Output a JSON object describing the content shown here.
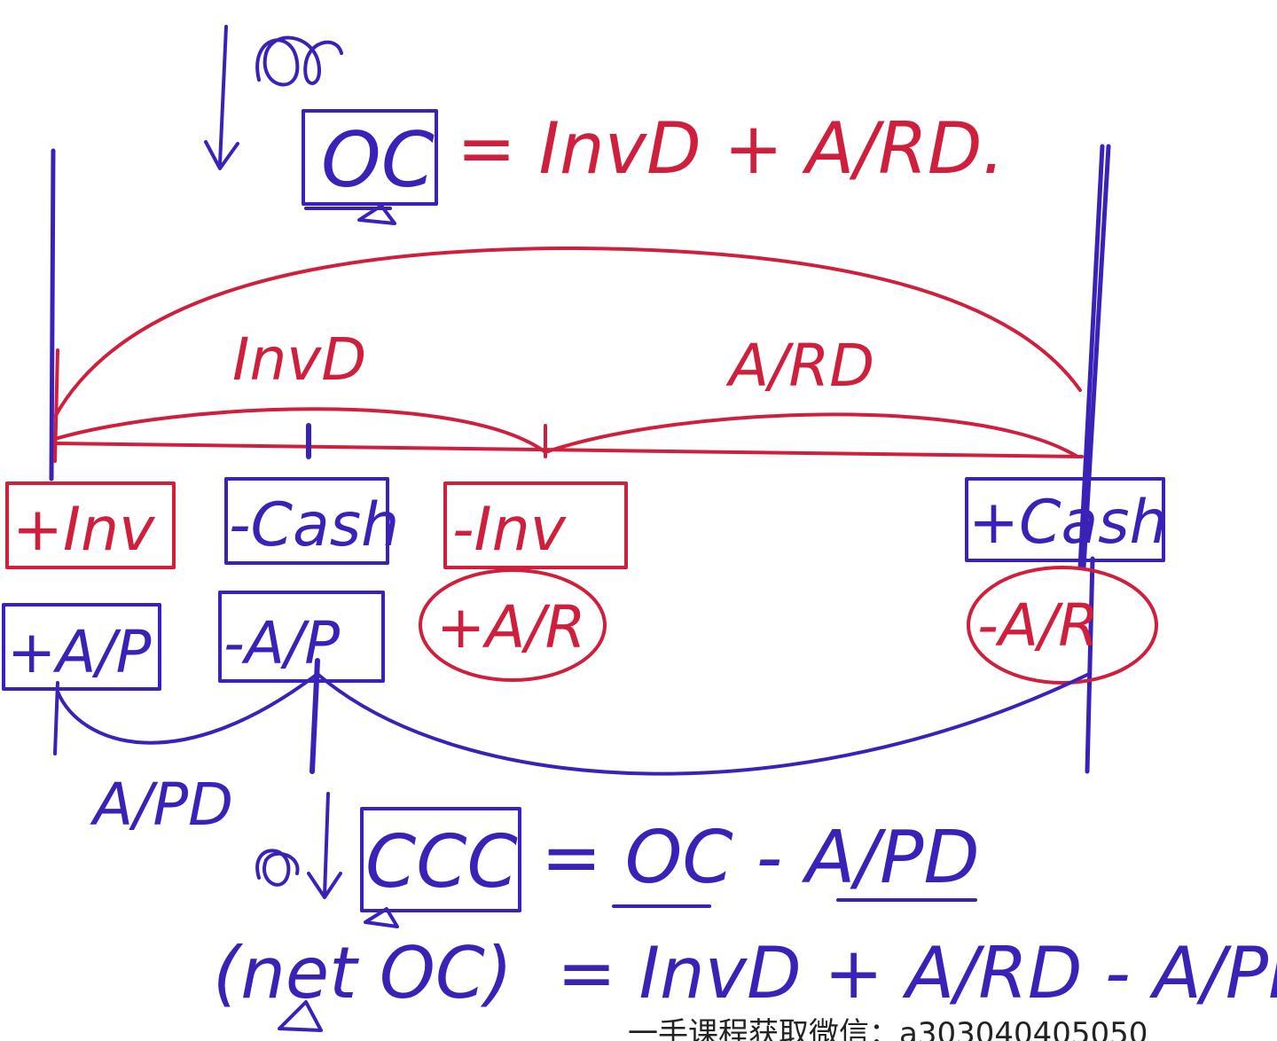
{
  "colors": {
    "red": "#d01f3c",
    "blue": "#3a22b8",
    "ink": "#222222"
  },
  "oc_equation": {
    "lhs": "OC",
    "rhs": "= InvD + A/RD."
  },
  "timeline_labels": {
    "inv_days": "InvD",
    "ar_days": "A/RD",
    "ap_days": "A/PD"
  },
  "events": {
    "buy_inventory": "+Inv",
    "pay_cash": "-Cash",
    "sell_inventory": "-Inv",
    "collect_cash": "+Cash",
    "incur_payable": "+A/P",
    "settle_payable": "-A/P",
    "create_receivable": "+A/R",
    "settle_receivable": "-A/R"
  },
  "ccc_equation": {
    "lhs": "CCC",
    "line1": "= OC - A/PD",
    "alias": "(net OC)",
    "line2": "= InvD + A/RD - A/PD."
  },
  "watermark": "一手课程获取微信：a303040405050"
}
